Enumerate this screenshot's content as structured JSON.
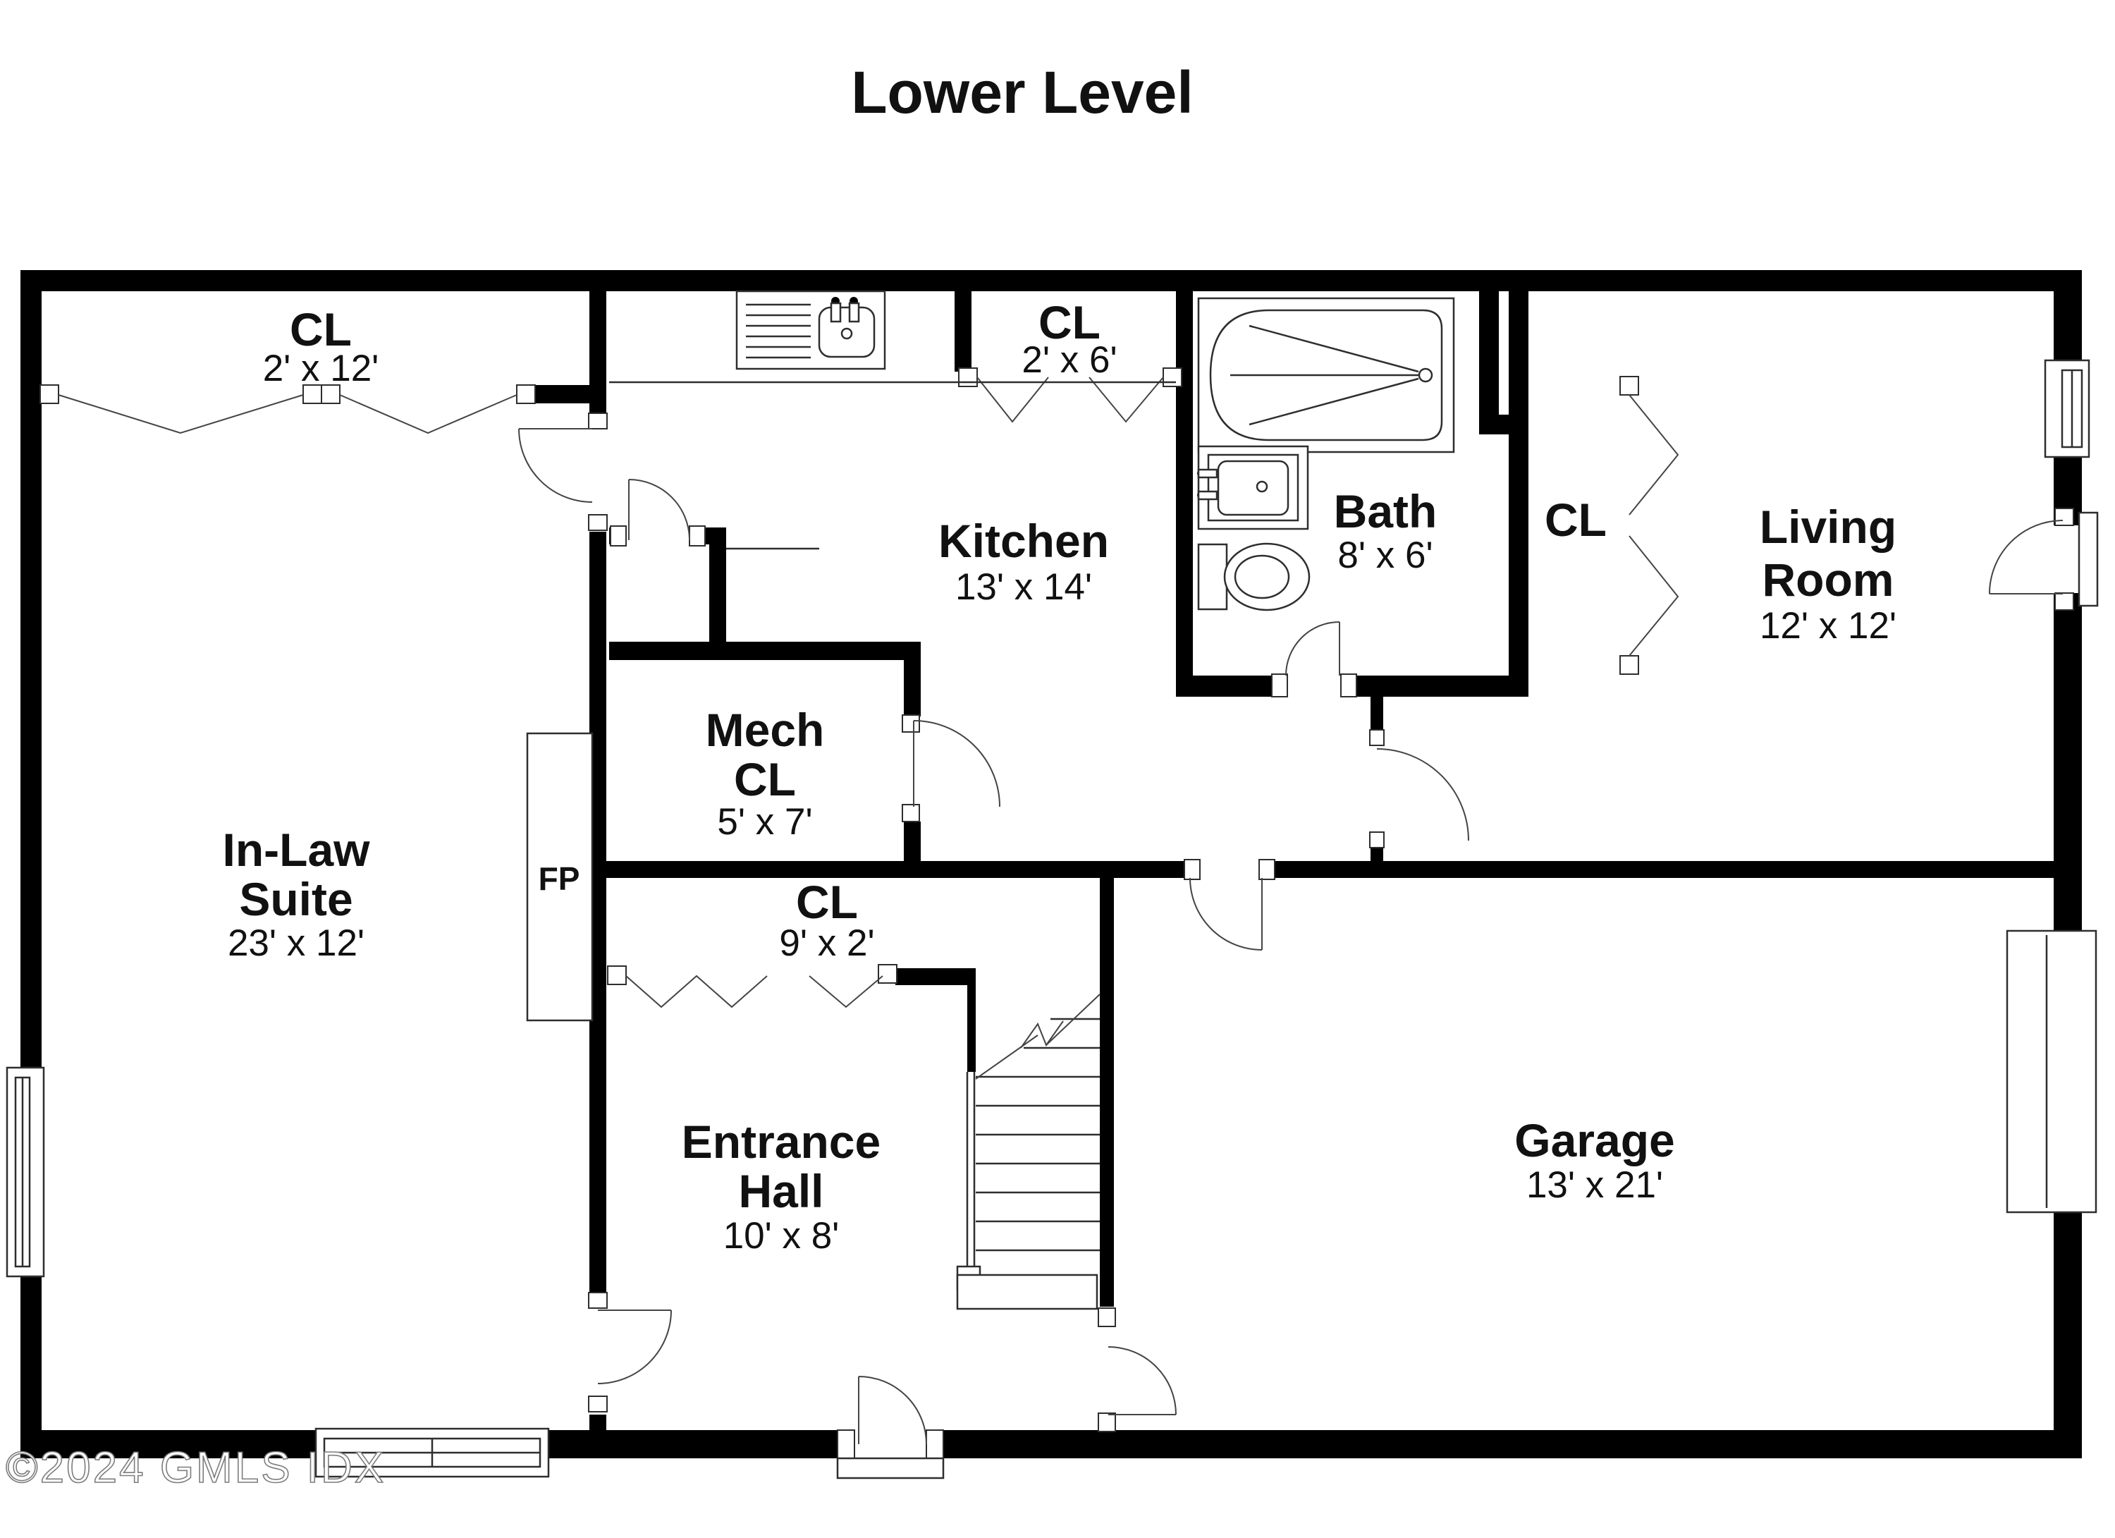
{
  "title": "Lower Level",
  "watermark": "©2024 GMLS IDX",
  "colors": {
    "wall": "#000000",
    "background": "#ffffff",
    "line": "#2e2e2e",
    "text": "#111111",
    "watermark_fill": "#ffffff",
    "watermark_outline": "#7d7d7d"
  },
  "rooms": {
    "closet_top": {
      "label": "CL",
      "dims": "2' x 12'"
    },
    "kitchen": {
      "label": "Kitchen",
      "dims": "13' x 14'"
    },
    "closet_kitchen": {
      "label": "CL",
      "dims": "2' x 6'"
    },
    "bath": {
      "label": "Bath",
      "dims": "8' x 6'"
    },
    "closet_living": {
      "label": "CL"
    },
    "living": {
      "line1": "Living",
      "line2": "Room",
      "dims": "12' x 12'"
    },
    "mech": {
      "line1": "Mech",
      "line2": "CL",
      "dims": "5' x 7'"
    },
    "inlaw": {
      "line1": "In-Law",
      "line2": "Suite",
      "dims": "23' x 12'"
    },
    "fireplace": {
      "label": "FP"
    },
    "closet_hall": {
      "label": "CL",
      "dims": "9' x 2'"
    },
    "entrance": {
      "line1": "Entrance",
      "line2": "Hall",
      "dims": "10' x 8'"
    },
    "garage": {
      "label": "Garage",
      "dims": "13' x 21'"
    }
  }
}
